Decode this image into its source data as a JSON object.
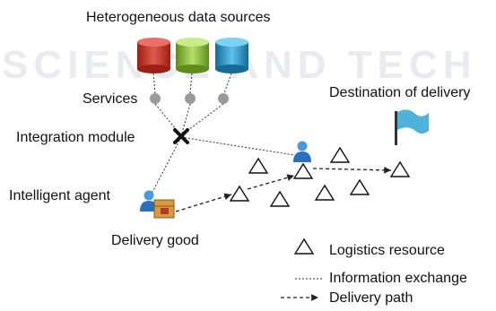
{
  "watermark": {
    "line1": "SCIENCE AND TECH"
  },
  "labels": {
    "sources": "Heterogeneous data sources",
    "services": "Services",
    "integration": "Integration module",
    "destination": "Destination of delivery",
    "agent": "Intelligent agent",
    "good": "Delivery good"
  },
  "legend": {
    "resource": "Logistics resource",
    "info": "Information exchange",
    "path": "Delivery path"
  },
  "colors": {
    "db_red": "#c0392b",
    "db_green": "#8dc63f",
    "db_blue": "#2e9fd0",
    "flag": "#4fb3d9"
  }
}
